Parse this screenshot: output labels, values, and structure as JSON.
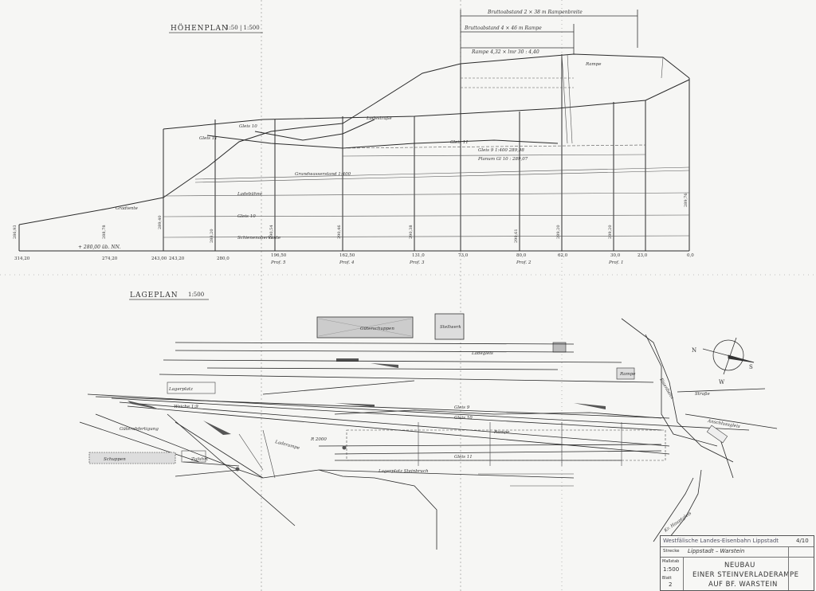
{
  "hoehenplan": {
    "title": "HÖHENPLAN",
    "scale": "1:50 | 1:500",
    "top_dims": [
      "Bruttoabstand 2 × 38 m Rampenbreite",
      "Bruttoabstand 4 × 46 m Rampe",
      "Rampe 4,32 × lmr 30 : 4,40"
    ],
    "notes": [
      "Gleis 10",
      "Gleis 11",
      "Gleis 9 1:400 289,98",
      "Planum Gl 10 : 289,07",
      "Ladestraße",
      "Grundwasserstand 1:400",
      "Gleis 11",
      "Gleis 10",
      "Gradiente",
      "Ladebühne",
      "Rampe",
      "Schienenoberkante"
    ],
    "base_label": "+ 280,00 üb. NN.",
    "chainage": [
      "314,20",
      "274,20",
      "243,00",
      "243,20",
      "280,0",
      "196,50",
      "162,50",
      "131,0",
      "73,0",
      "80,0",
      "62,0",
      "30,0",
      "23,0",
      "0,0"
    ],
    "profiles": [
      "Prof. 5",
      "Prof. 4",
      "Prof. 3",
      "Prof. 2",
      "Prof. 1"
    ],
    "heights": [
      "286,93",
      "288,78",
      "289,40",
      "288,20",
      "290,54",
      "290,46",
      "290,38",
      "290,61",
      "289,20",
      "289,20",
      "289,76"
    ]
  },
  "lageplan": {
    "title": "LAGEPLAN",
    "scale": "1:500",
    "labels": [
      "Güterschuppen",
      "Lagerplatz",
      "Stellwerk",
      "Rampe",
      "Eisenbahn",
      "Güterabfertigung",
      "Ladegleis",
      "Gleis 9",
      "Gleis 10",
      "Gleis 11",
      "Rampe",
      "Lagerplatz Steinbruch",
      "Straße",
      "Anschlussgleis",
      "Zufahrt",
      "Laderampe",
      "Schuppen",
      "R 2000",
      "Weiche 1:9",
      "Kr. Hauptgleis"
    ],
    "north": "N",
    "south": "S",
    "west": "W"
  },
  "title_block": {
    "railway": "Westfälische Landes-Eisenbahn Lippstadt",
    "route_label": "Strecke",
    "route": "Lippstadt – Warstein",
    "scale_label": "Maßstab",
    "scale": "1:500",
    "sheet_label": "Blatt",
    "sheet": "2",
    "project": "NEUBAU",
    "subject_1": "EINER  STEINVERLADERAMPE",
    "subject_2": "AUF  BF.  WARSTEIN",
    "drawing_no": "4/10"
  }
}
